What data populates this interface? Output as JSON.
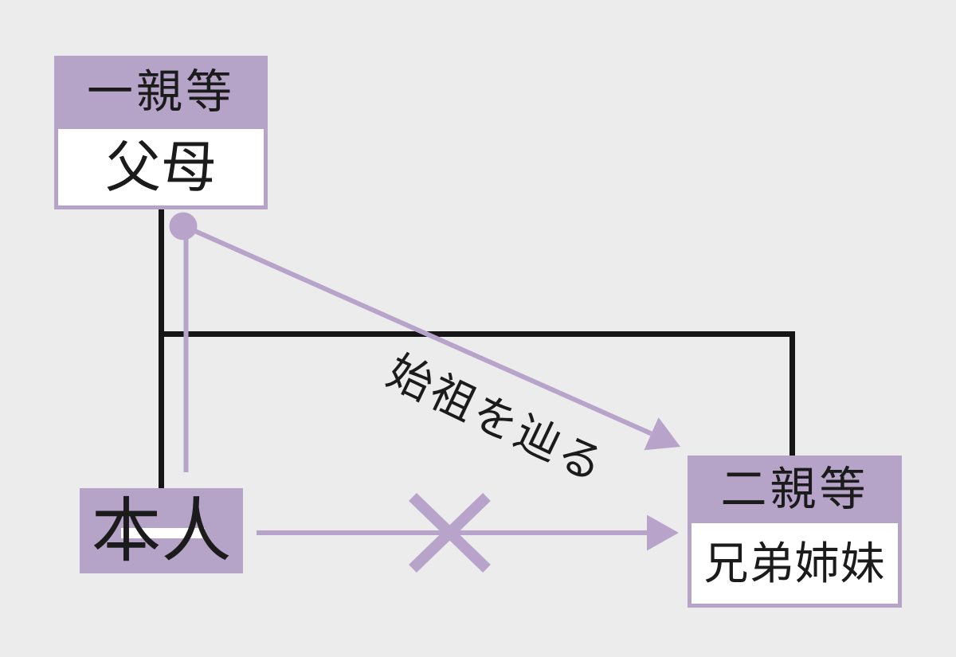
{
  "diagram": {
    "title_hint": "kinship-degree-diagram",
    "background": "#ececec",
    "colors": {
      "node_fill": "#b6a3c8",
      "node_body_fill": "#ffffff",
      "connector": "#161616",
      "arrow": "#b8a4cb",
      "text": "#1b1b1b"
    },
    "nodes": {
      "first_degree": {
        "header": "一親等",
        "body": "父母"
      },
      "self": {
        "label": "本人"
      },
      "second_degree": {
        "header": "二親等",
        "body": "兄弟姉妹"
      }
    },
    "labels": {
      "trace_origin": "始祖を辿る"
    }
  }
}
